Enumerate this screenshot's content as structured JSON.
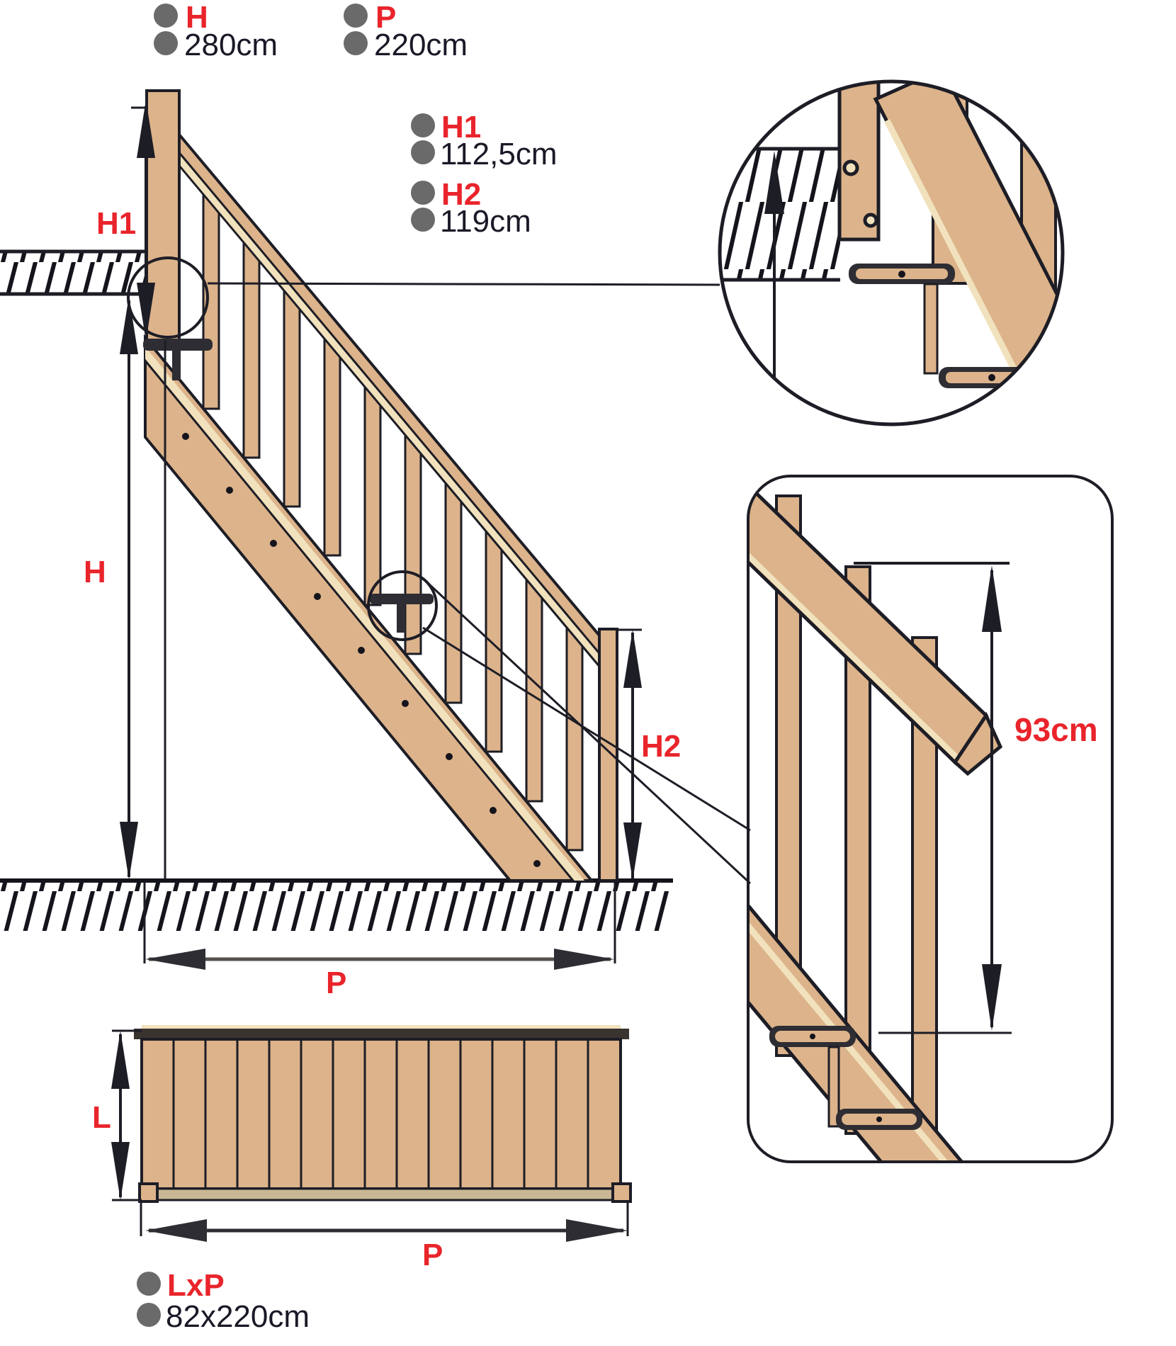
{
  "diagram_title": "staircase-dimensions",
  "colors": {
    "background": "#ffffff",
    "wood": "#dcb38a",
    "wood_light_strip": "#f1e2bd",
    "outline": "#1d1d26",
    "red_label": "#e9242b",
    "dark_text": "#191927",
    "bullet_gray": "#6a6a6a",
    "tread_dark": "#2e2d33",
    "plan_bottom_strip": "#c9b795"
  },
  "legend": {
    "top": [
      {
        "label": "H",
        "value": "280cm"
      },
      {
        "label": "P",
        "value": "220cm"
      }
    ],
    "middle": [
      {
        "label": "H1",
        "value": "112,5cm"
      },
      {
        "label": "H2",
        "value": "119cm"
      }
    ],
    "bottom": [
      {
        "label": "LxP",
        "value": "82x220cm"
      }
    ]
  },
  "dimension_labels": {
    "h1": "H1",
    "h": "H",
    "h2": "H2",
    "p_elevation": "P",
    "l_plan": "L",
    "p_plan": "P",
    "rail_height": "93cm"
  },
  "measurements": {
    "total_height_H_cm": 280,
    "run_P_cm": 220,
    "rail_height_top_H1_cm": 112.5,
    "rail_height_bottom_H2_cm": 119,
    "guard_rail_height_cm": 93,
    "footprint_LxP_cm": "82x220"
  }
}
